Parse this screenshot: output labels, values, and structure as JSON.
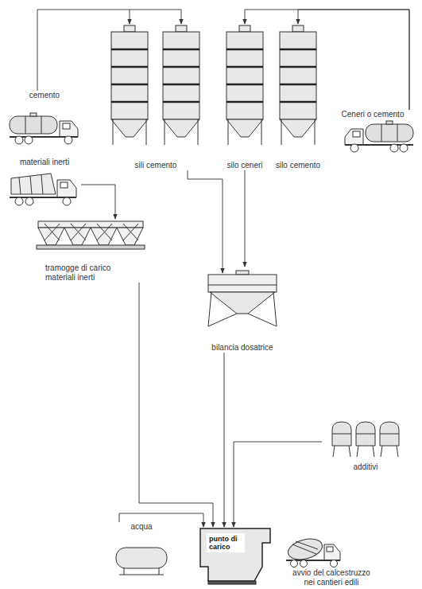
{
  "diagram": {
    "nodes": [
      {
        "text": [
          "cemento"
        ]
      },
      {
        "text": [
          "sili cemento"
        ]
      },
      {
        "text": [
          "silo ceneri"
        ]
      },
      {
        "text": [
          "silo cemento"
        ]
      },
      {
        "text": [
          "Ceneri o cemento"
        ]
      },
      {
        "text": [
          "materiali inerti"
        ]
      },
      {
        "text": [
          "tramogge di carico materiali inerti"
        ]
      },
      {
        "text": [
          "bilancia dosatrice"
        ]
      },
      {
        "text": [
          "additivi"
        ]
      },
      {
        "text": [
          "acqua"
        ]
      },
      {
        "text": [
          "punto di carico"
        ]
      },
      {
        "text": [
          "avvio del calcestruzzo nei cantieri edili"
        ]
      }
    ],
    "edges": [
      {
        "from": 0,
        "to": 1,
        "arrow": "to"
      },
      {
        "from": 4,
        "to": 2,
        "arrow": "to"
      },
      {
        "from": 4,
        "to": 3,
        "arrow": "to"
      },
      {
        "from": 5,
        "to": 6,
        "arrow": "to"
      },
      {
        "from": 1,
        "to": 7,
        "arrow": "to"
      },
      {
        "from": 2,
        "to": 7,
        "arrow": "to"
      },
      {
        "from": 6,
        "to": 10,
        "arrow": "to"
      },
      {
        "from": 7,
        "to": 10,
        "arrow": "to"
      },
      {
        "from": 8,
        "to": 10,
        "arrow": "to"
      },
      {
        "from": 9,
        "to": 10,
        "arrow": "to"
      }
    ]
  }
}
